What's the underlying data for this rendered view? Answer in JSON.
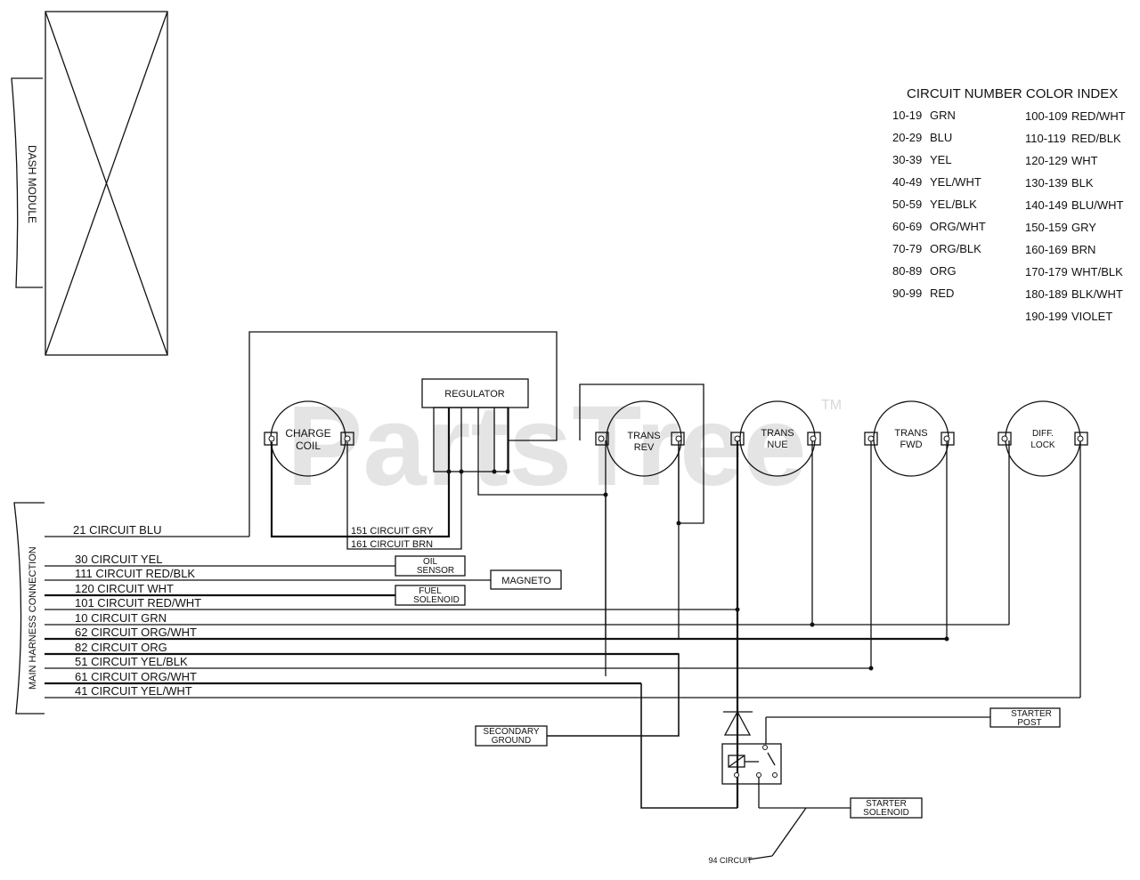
{
  "watermark": {
    "text": "PartsTree",
    "tm": "TM"
  },
  "dash_module": {
    "label": "DASH MODULE"
  },
  "harness": {
    "label": "MAIN HARNESS CONNECTION"
  },
  "color_index": {
    "title": "CIRCUIT NUMBER COLOR INDEX",
    "left": [
      {
        "range": "10-19",
        "color": "GRN"
      },
      {
        "range": "20-29",
        "color": "BLU"
      },
      {
        "range": "30-39",
        "color": "YEL"
      },
      {
        "range": "40-49",
        "color": "YEL/WHT"
      },
      {
        "range": "50-59",
        "color": "YEL/BLK"
      },
      {
        "range": "60-69",
        "color": "ORG/WHT"
      },
      {
        "range": "70-79",
        "color": "ORG/BLK"
      },
      {
        "range": "80-89",
        "color": "ORG"
      },
      {
        "range": "90-99",
        "color": "RED"
      }
    ],
    "right": [
      {
        "range": "100-109",
        "color": "RED/WHT"
      },
      {
        "range": "110-119",
        "color": "RED/BLK"
      },
      {
        "range": "120-129",
        "color": "WHT"
      },
      {
        "range": "130-139",
        "color": "BLK"
      },
      {
        "range": "140-149",
        "color": "BLU/WHT"
      },
      {
        "range": "150-159",
        "color": "GRY"
      },
      {
        "range": "160-169",
        "color": "BRN"
      },
      {
        "range": "170-179",
        "color": "WHT/BLK"
      },
      {
        "range": "180-189",
        "color": "BLK/WHT"
      },
      {
        "range": "190-199",
        "color": "VIOLET"
      }
    ]
  },
  "circuits": [
    "21 CIRCUIT BLU",
    "30 CIRCUIT YEL",
    "111 CIRCUIT RED/BLK",
    "120 CIRCUIT WHT",
    "101 CIRCUIT RED/WHT",
    "10 CIRCUIT GRN",
    "62 CIRCUIT ORG/WHT",
    "82 CIRCUIT ORG",
    "51 CIRCUIT YEL/BLK",
    "61 CIRCUIT ORG/WHT",
    "41 CIRCUIT YEL/WHT"
  ],
  "regulator_wires": {
    "gry": "151 CIRCUIT GRY",
    "brn": "161 CIRCUIT BRN"
  },
  "components": {
    "regulator": "REGULATOR",
    "charge_coil": [
      "CHARGE",
      "COIL"
    ],
    "trans_rev": [
      "TRANS",
      "REV"
    ],
    "trans_nue": [
      "TRANS",
      "NUE"
    ],
    "trans_fwd": [
      "TRANS",
      "FWD"
    ],
    "diff_lock": [
      "DIFF.",
      "LOCK"
    ],
    "oil_sensor": [
      "OIL",
      "SENSOR"
    ],
    "magneto": "MAGNETO",
    "fuel_solenoid": [
      "FUEL",
      "SOLENOID"
    ],
    "secondary_ground": [
      "SECONDARY",
      "GROUND"
    ],
    "starter_post": [
      "STARTER",
      "POST"
    ],
    "starter_solenoid": [
      "STARTER",
      "SOLENOID"
    ],
    "circuit_94": "94 CIRCUIT"
  }
}
